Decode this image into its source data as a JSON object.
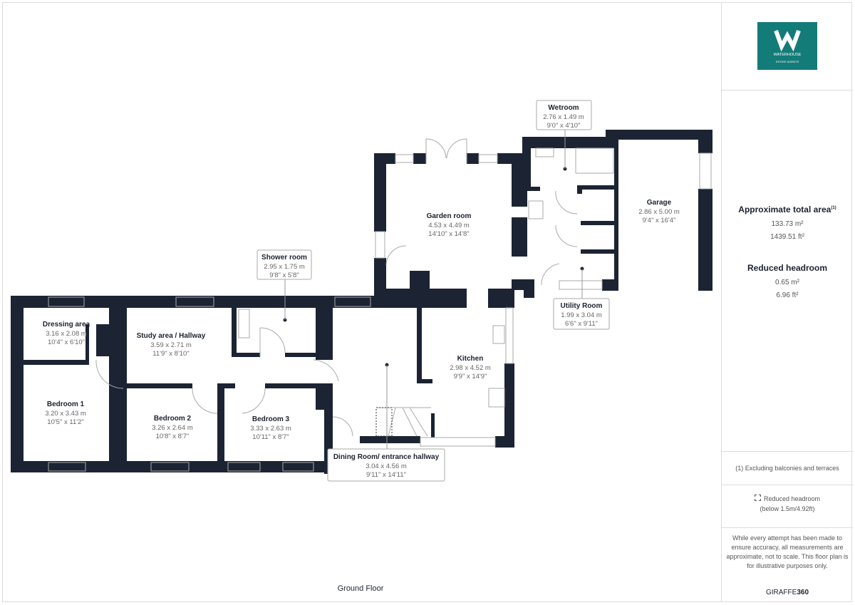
{
  "colors": {
    "wall": "#1c2433",
    "brand": "#137b78",
    "text": "#1b2230",
    "dim": "#666666"
  },
  "brand": {
    "name": "WATERHOUSE",
    "sub": "ESTATE AGENTS"
  },
  "rooms": [
    {
      "name": "Dressing area",
      "metric": "3.16 x 2.08 m",
      "imperial": "10'4\" x 6'10\""
    },
    {
      "name": "Study area / Hallway",
      "metric": "3.59 x 2.71 m",
      "imperial": "11'9\" x 8'10\""
    },
    {
      "name": "Bedroom 1",
      "metric": "3.20 x 3.43 m",
      "imperial": "10'5\" x 11'2\""
    },
    {
      "name": "Bedroom 2",
      "metric": "3.26 x 2.64 m",
      "imperial": "10'8\" x 8'7\""
    },
    {
      "name": "Bedroom 3",
      "metric": "3.33 x 2.63 m",
      "imperial": "10'11\" x 8'7\""
    },
    {
      "name": "Kitchen",
      "metric": "2.98 x 4.52 m",
      "imperial": "9'9\" x 14'9\""
    },
    {
      "name": "Garden room",
      "metric": "4.53 x 4.49 m",
      "imperial": "14'10\" x 14'8\""
    },
    {
      "name": "Garage",
      "metric": "2.86 x 5.00 m",
      "imperial": "9'4\" x 16'4\""
    },
    {
      "name": "Shower room",
      "metric": "2.95 x 1.75 m",
      "imperial": "9'8\" x 5'8\""
    },
    {
      "name": "Wetroom",
      "metric": "2.76 x 1.49 m",
      "imperial": "9'0\" x 4'10\""
    },
    {
      "name": "Utility Room",
      "metric": "1.99 x 3.04 m",
      "imperial": "6'6\" x 9'11\""
    },
    {
      "name": "Dining Room/ entrance hallway",
      "metric": "3.04 x 4.56 m",
      "imperial": "9'11\" x 14'11\""
    }
  ],
  "floor_label": "Ground Floor",
  "panel": {
    "total_title": "Approximate total area",
    "total_sup": "(1)",
    "total_m2": "133.73 m²",
    "total_ft2": "1439.51 ft²",
    "reduced_title": "Reduced headroom",
    "reduced_m2": "0.65 m²",
    "reduced_ft2": "6.96 ft²",
    "footnote": "(1) Excluding balconies and terraces",
    "legend_line1": "Reduced headroom",
    "legend_line2": "(below 1.5m/4.92ft)",
    "disclaimer": "While every attempt has been made to ensure accuracy, all measurements are approximate, not to scale. This floor plan is for illustrative purposes only.",
    "credit_a": "GIRAFFE",
    "credit_b": "360"
  }
}
